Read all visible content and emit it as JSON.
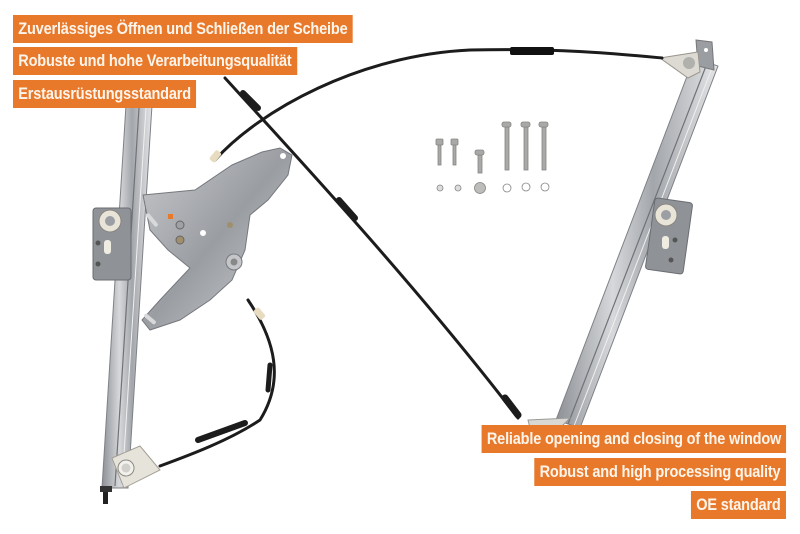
{
  "product": {
    "name": "Window regulator",
    "colors": {
      "label_bg": "#e8792a",
      "label_text": "#fdf5ec",
      "cable": "#1c1c1c",
      "metal": "#b9bcc0",
      "background": "#ffffff"
    }
  },
  "labels_de": [
    {
      "text": "Zuverlässiges Öffnen und Schließen der Scheibe"
    },
    {
      "text": "Robuste und hohe Verarbeitungsqualität"
    },
    {
      "text": "Erstausrüstungsstandard"
    }
  ],
  "labels_en": [
    {
      "text": "Reliable opening and closing of the window"
    },
    {
      "text": "Robust and high processing quality"
    },
    {
      "text": "OE standard"
    }
  ],
  "hardware_kit": {
    "rivets": 2,
    "short_bolts": 1,
    "long_bolts": 3,
    "washers": 6
  }
}
